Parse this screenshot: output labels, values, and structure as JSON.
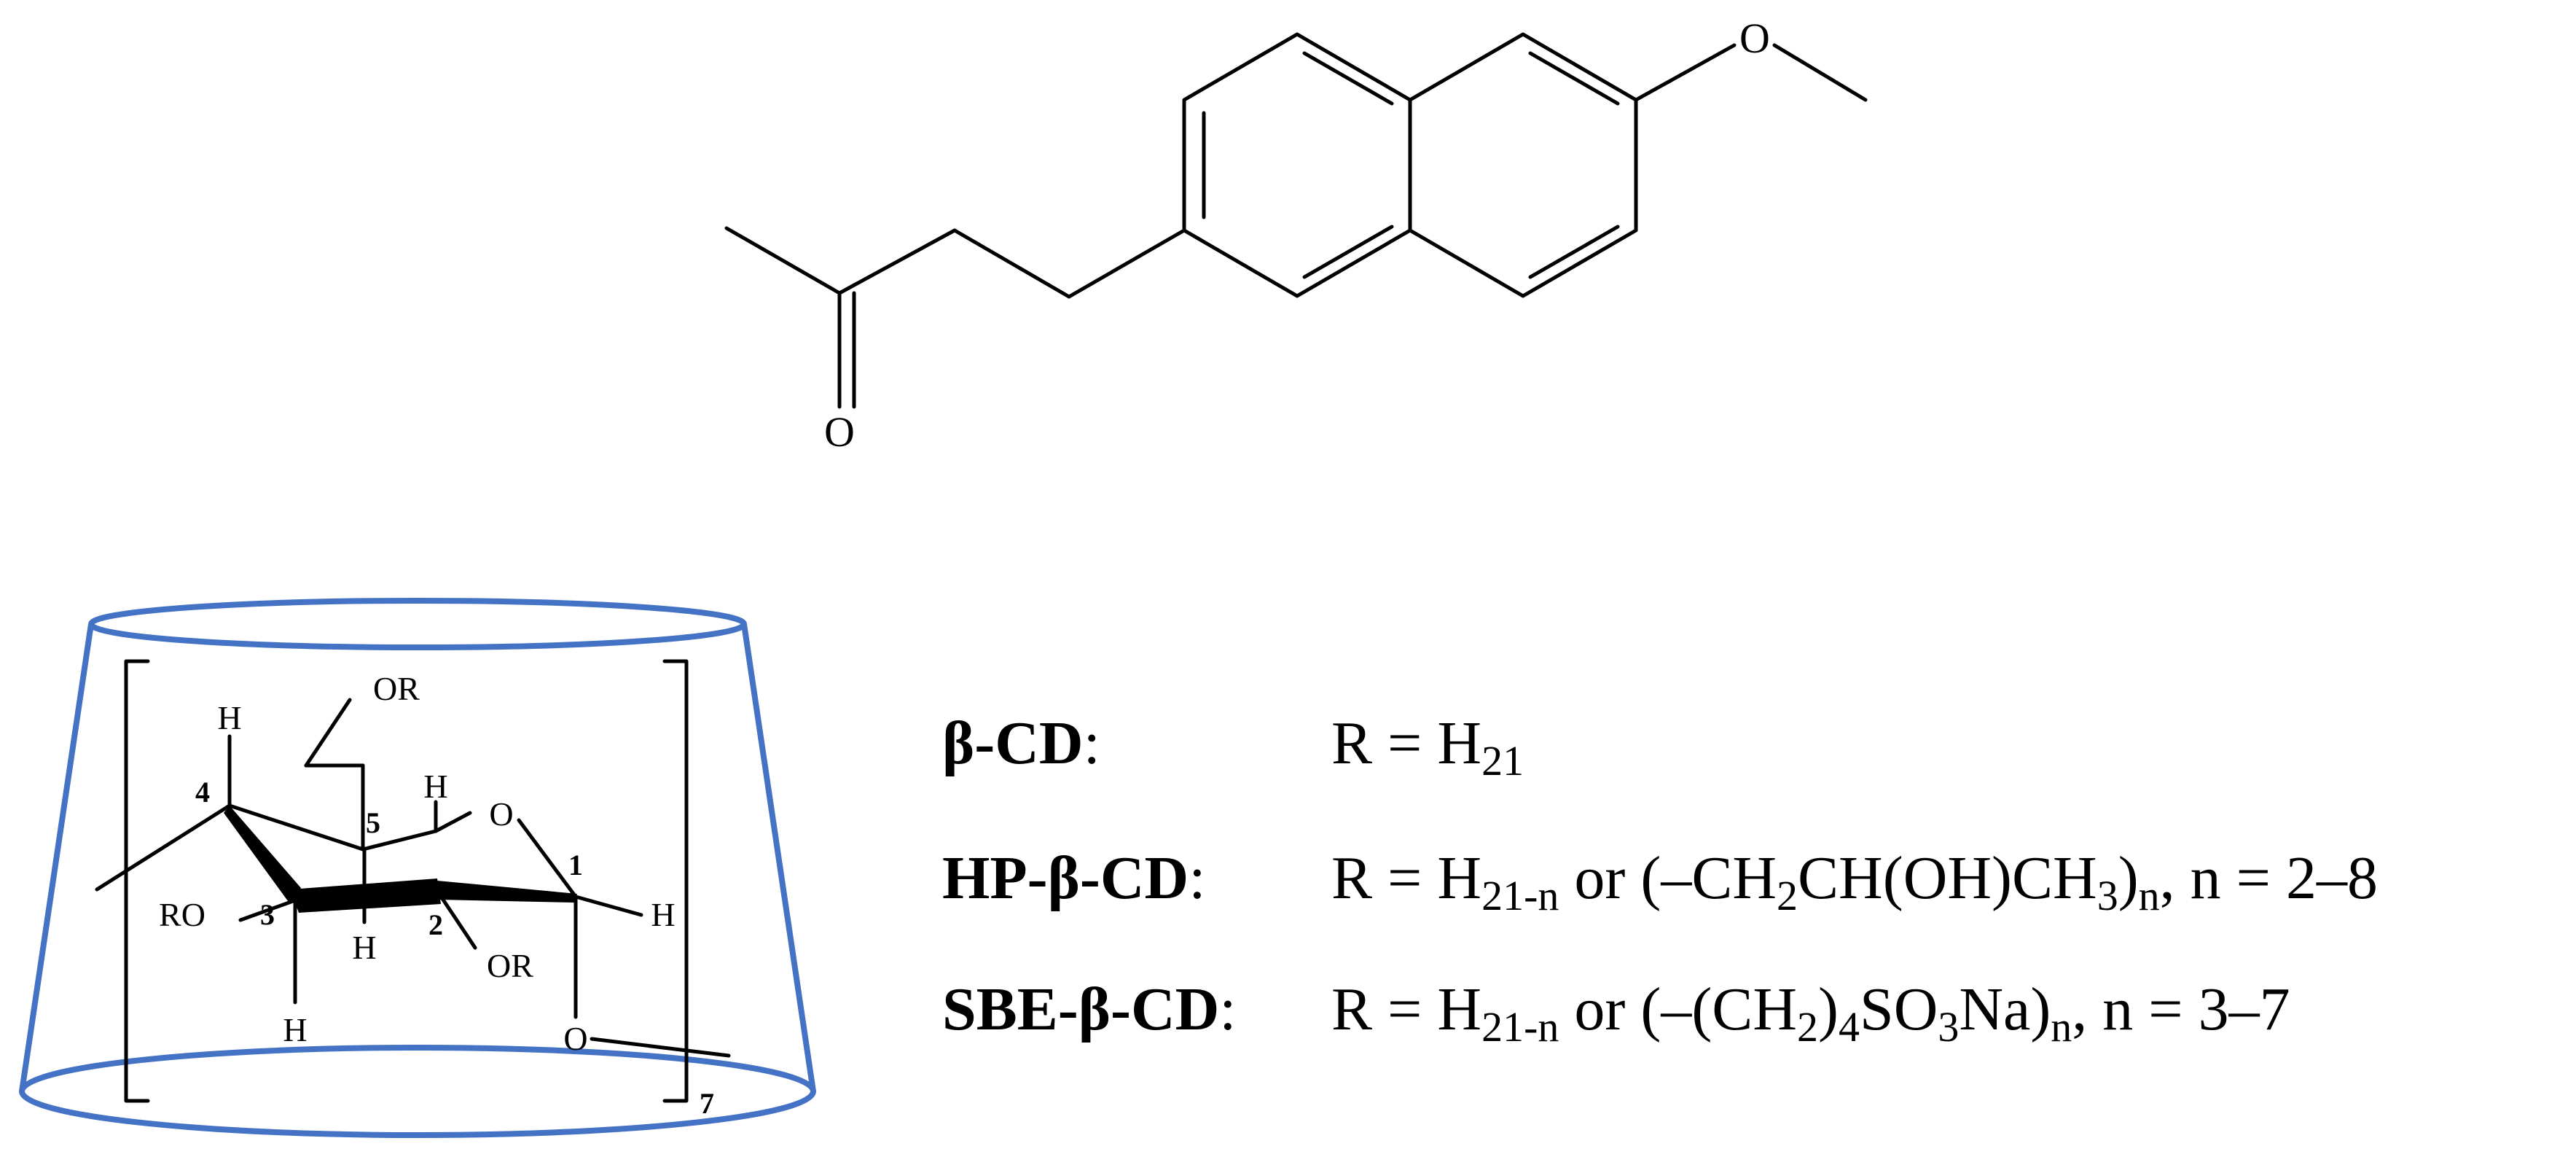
{
  "molecule": {
    "ketone_oxygen": "O",
    "ether_oxygen": "O"
  },
  "cd_unit": {
    "atom_labels": {
      "or_top": "OR",
      "h_top": "H",
      "h_ring": "H",
      "ring_o": "O",
      "h_right": "H",
      "ro_left": "RO",
      "h_mid": "H",
      "or_mid": "OR",
      "h_bottom": "H",
      "bridge_o": "O"
    },
    "carbon_numbers": [
      "1",
      "2",
      "3",
      "4",
      "5"
    ],
    "repeat_subscript": "7"
  },
  "legend": {
    "rows": [
      {
        "name": "β-CD",
        "colon": ":",
        "formula_parts": [
          "R = H",
          "21"
        ]
      },
      {
        "name": "HP-β-CD",
        "colon": ":",
        "formula_parts": [
          "R = H",
          "21-n",
          " or (–CH",
          "2",
          "CH(OH)CH",
          "3",
          ")",
          "n",
          ", n = 2–8"
        ]
      },
      {
        "name": "SBE-β-CD",
        "colon": ":",
        "formula_parts": [
          "R = H",
          "21-n",
          " or (–(CH",
          "2",
          ")",
          "4",
          "SO",
          "3",
          "Na)",
          "n",
          ", n = 3–7"
        ]
      }
    ]
  },
  "colors": {
    "cup_outline": "#4472c4",
    "ink": "#000000"
  }
}
